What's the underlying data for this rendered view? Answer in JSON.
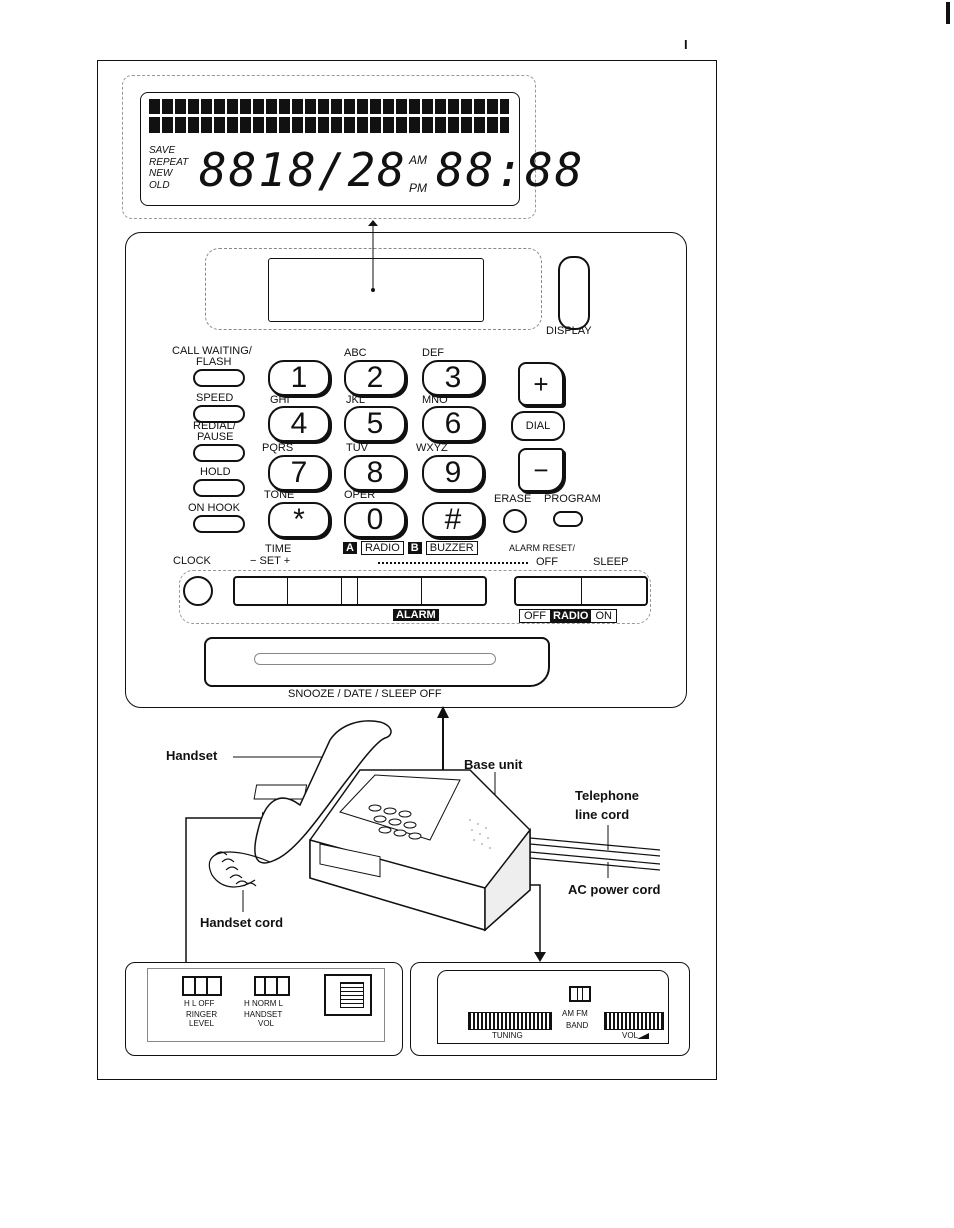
{
  "page": {
    "marker": "I"
  },
  "lcd": {
    "status_words": [
      "SAVE",
      "REPEAT",
      "NEW",
      "OLD"
    ],
    "date_digits": "8818/28",
    "am": "AM",
    "pm": "PM",
    "time_digits": "88:88"
  },
  "panel": {
    "display_label": "DISPLAY",
    "call_waiting_label": "CALL WAITING/",
    "flash_label": "FLASH",
    "speed_label": "SPEED",
    "redial_label": "REDIAL/",
    "pause_label": "PAUSE",
    "hold_label": "HOLD",
    "on_hook_label": "ON HOOK",
    "keys": [
      {
        "digit": "1",
        "letters": ""
      },
      {
        "digit": "2",
        "letters": "ABC"
      },
      {
        "digit": "3",
        "letters": "DEF"
      },
      {
        "digit": "4",
        "letters": "GHI"
      },
      {
        "digit": "5",
        "letters": "JKL"
      },
      {
        "digit": "6",
        "letters": "MNO"
      },
      {
        "digit": "7",
        "letters": "PQRS"
      },
      {
        "digit": "8",
        "letters": "TUV"
      },
      {
        "digit": "9",
        "letters": "WXYZ"
      },
      {
        "digit": "*",
        "letters": "TONE"
      },
      {
        "digit": "0",
        "letters": "OPER"
      },
      {
        "digit": "#",
        "letters": ""
      }
    ],
    "plus": "+",
    "minus": "−",
    "dial_label": "DIAL",
    "erase_label": "ERASE",
    "program_label": "PROGRAM",
    "clock_label": "CLOCK",
    "time_label": "TIME",
    "set_label": "− SET +",
    "a_badge": "A",
    "radio_label": "RADIO",
    "b_badge": "B",
    "buzzer_label": "BUZZER",
    "alarm_reset_label": "ALARM RESET/",
    "off_label": "OFF",
    "sleep_label": "SLEEP",
    "alarm_badge": "ALARM",
    "switch_off": "OFF",
    "switch_radio": "RADIO",
    "switch_on": "ON",
    "snooze_label": "SNOOZE / DATE / SLEEP OFF"
  },
  "callouts": {
    "handset": "Handset",
    "base_unit": "Base unit",
    "telephone_line_cord": [
      "Telephone",
      "line cord"
    ],
    "ac_power_cord": "AC power cord",
    "handset_cord": "Handset cord"
  },
  "left_side": {
    "ringer_positions": "H  L  OFF",
    "ringer_label": [
      "RINGER",
      "LEVEL"
    ],
    "handset_positions": "H  NORM  L",
    "handset_label": [
      "HANDSET",
      "VOL"
    ]
  },
  "right_side": {
    "band_positions": "AM  FM",
    "band_label": "BAND",
    "tuning_label": "TUNING",
    "vol_label": "VOL"
  }
}
